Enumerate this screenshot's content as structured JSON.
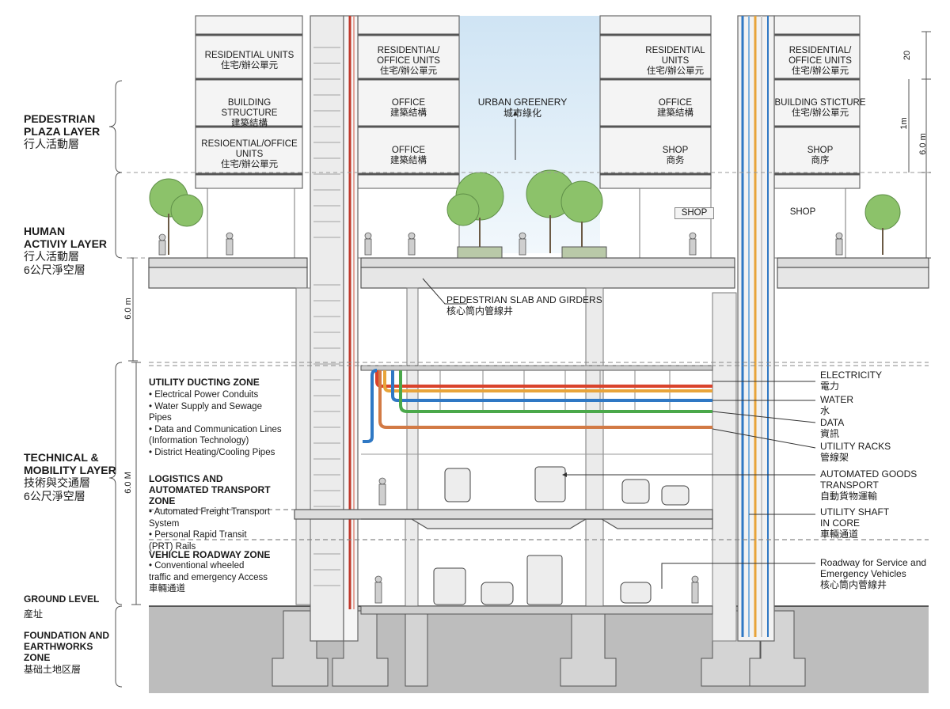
{
  "layers": {
    "pedestrian_plaza": {
      "title": "PEDESTRIAN\nPLAZA LAYER",
      "cn": "行人活動層"
    },
    "human_activity": {
      "title": "HUMAN\nACTIVIY LAYER",
      "cn": "行人活動層\n6公尺淨空層"
    },
    "technical_mobility": {
      "title": "TECHNICAL &\nMOBILITY LAYER",
      "cn": "技術與交通層\n6公尺淨空層"
    },
    "ground_level": {
      "title": "GROUND LEVEL",
      "cn": "産址"
    },
    "foundation": {
      "title": "FOUNDATION AND\nEARTHWORKS\nZONE",
      "cn": "基础土地区層"
    }
  },
  "zones": {
    "utility_ducting": {
      "title": "UTILITY DUCTING ZONE",
      "items": [
        "• Electrical Power Conduits",
        "• Water Supply and Sewage\n  Pipes",
        "• Data and Communication Lines\n  (Information Technology)",
        "• District Heating/Cooling Pipes"
      ]
    },
    "logistics": {
      "title": "LOGISTICS AND\nAUTOMATED TRANSPORT ZONE",
      "items": [
        "• Automated Freight Transport\n  System",
        "• Personal Rapid Transit\n  (PRT) Rails"
      ]
    },
    "vehicle_roadway": {
      "title": "VEHICLE ROADWAY ZONE",
      "items": [
        "• Conventional wheeled\n  traffic and emergency Access\n  車輛通道"
      ]
    }
  },
  "building_cells": {
    "left_outer": [
      "RESIDENTIAL UNITS\n住宅/辦公單元",
      "BUILDING STRUCTURE\n建築結構",
      "RESIOENTIAL/OFFICE\nUNITS\n住宅/辦公單元"
    ],
    "left_inner": [
      "RESIDENTIAL/\nOFFICE UNITS\n住宅/辦公單元",
      "OFFICE\n建築結構",
      "OFFICE\n建築結構"
    ],
    "right_inner": [
      "RESIDENTIAL\nUNITS\n住宅/辦公單元",
      "OFFICE\n建築結構",
      "SHOP\n商务"
    ],
    "right_outer": [
      "RESIDENTIAL/\nOFFICE UNITS\n住宅/辦公單元",
      "BUILDING STICTURE\n住宅/辦公單元",
      "SHOP\n商序"
    ],
    "shop_ground_1": "SHOP",
    "shop_ground_2": "SHOP"
  },
  "callouts": {
    "urban_greenery": "URBAN GREENERY\n城市綠化",
    "pedestrian_slab": "PEDESTRIAN SLAB AND GIRDERS\n核心筒内管線井",
    "electricity": "ELECTRICITY\n電力",
    "water": "WATER\n水",
    "data": "DATA\n資訊",
    "utility_racks": "UTILITY RACKS\n管線架",
    "goods_transport": "AUTOMATED GOODS\nTRANSPORT\n自動貨物運輸",
    "utility_shaft": "UTILITY SHAFT\nIN CORE\n車輛通道",
    "service_roadway": "Roadway for Service and\nEmergency Vehicles\n核心筒内菅線井"
  },
  "dimensions": {
    "d20": "20",
    "d1": "1m",
    "d6_top": "6.0 m",
    "d6_mid": "6.0 m",
    "d6_low": "6.0 M"
  },
  "colors": {
    "electricity": "#d9432c",
    "water": "#2f78c4",
    "data": "#4aa84a",
    "heating": "#e8a43a",
    "sky": "#dcecf7",
    "ground": "#bdbdbd",
    "concrete": "#e6e6e6",
    "tree": "#8cc26a"
  }
}
